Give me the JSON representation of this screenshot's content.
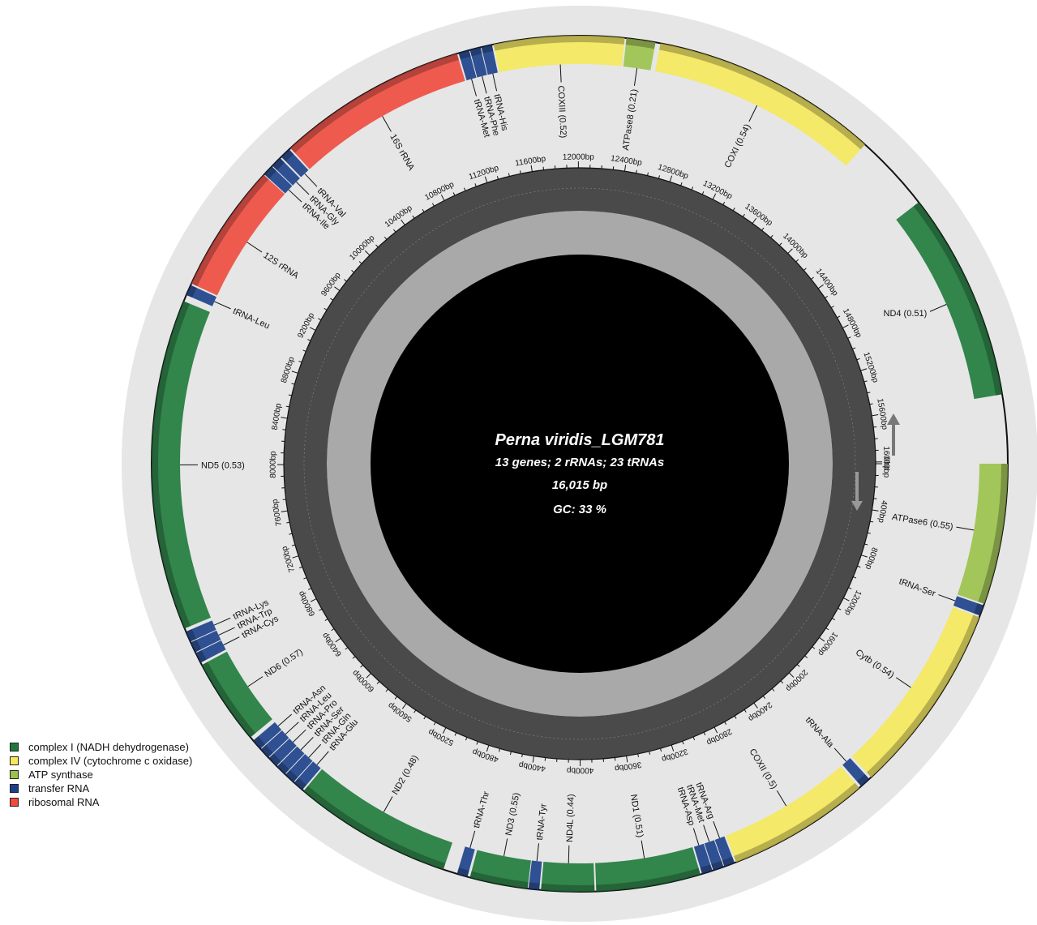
{
  "title": "Perna viridis_LGM781",
  "subtitle": "13 genes; 2 rRNAs; 23 tRNAs",
  "length_text": "16,015 bp",
  "gc_text": "GC: 33 %",
  "genome_length": 16015,
  "colors": {
    "complex_I": "#1e7a3a",
    "complex_IV": "#f5e95a",
    "atp_synthase": "#9bc24a",
    "trna": "#1b3f8a",
    "rrna": "#ef4a3e",
    "outer_ring": "#e6e6e6",
    "gc_bars": "#4a4a4a",
    "center": "#000000"
  },
  "legend": [
    {
      "label": "complex I (NADH dehydrogenase)",
      "color": "#1e7a3a"
    },
    {
      "label": "complex IV (cytochrome c oxidase)",
      "color": "#f5e95a"
    },
    {
      "label": "ATP synthase",
      "color": "#9bc24a"
    },
    {
      "label": "transfer RNA",
      "color": "#1b3f8a"
    },
    {
      "label": "ribosomal RNA",
      "color": "#ef4a3e"
    }
  ],
  "tick_labels": [
    "0bp",
    "400bp",
    "800bp",
    "1200bp",
    "1600bp",
    "2000bp",
    "2400bp",
    "2800bp",
    "3200bp",
    "3600bp",
    "4000bp",
    "4400bp",
    "4800bp",
    "5200bp",
    "5600bp",
    "6000bp",
    "6400bp",
    "6800bp",
    "7200bp",
    "7600bp",
    "8000bp",
    "8400bp",
    "8800bp",
    "9200bp",
    "9600bp",
    "10000bp",
    "10400bp",
    "10800bp",
    "11200bp",
    "11600bp",
    "12000bp",
    "12400bp",
    "12800bp",
    "13200bp",
    "13600bp",
    "14000bp",
    "14400bp",
    "14800bp",
    "15200bp",
    "15600bp",
    "16000bp"
  ],
  "features": [
    {
      "name": "ATPase6 (0.55)",
      "type": "atp",
      "start": 0,
      "end": 850
    },
    {
      "name": "tRNA-Ser",
      "type": "trna",
      "start": 860,
      "end": 925
    },
    {
      "name": "Cytb (0.54)",
      "type": "cox",
      "start": 935,
      "end": 2095
    },
    {
      "name": "tRNA-Ala",
      "type": "trna",
      "start": 2110,
      "end": 2175
    },
    {
      "name": "COXII (0.5)",
      "type": "cox",
      "start": 2190,
      "end": 3050
    },
    {
      "name": "tRNA-Arg",
      "type": "trna",
      "start": 3060,
      "end": 3125
    },
    {
      "name": "tRNA-Met",
      "type": "trna",
      "start": 3130,
      "end": 3195
    },
    {
      "name": "tRNA-Asp",
      "type": "trna",
      "start": 3200,
      "end": 3265
    },
    {
      "name": "ND1 (0.51)",
      "type": "nd",
      "start": 3275,
      "end": 3905
    },
    {
      "name": "ND4L (0.44)",
      "type": "nd",
      "start": 3915,
      "end": 4235
    },
    {
      "name": "tRNA-Tyr",
      "type": "trna",
      "start": 4245,
      "end": 4310
    },
    {
      "name": "ND3 (0.55)",
      "type": "nd",
      "start": 4315,
      "end": 4665
    },
    {
      "name": "tRNA-Thr",
      "type": "trna",
      "start": 4680,
      "end": 4745
    },
    {
      "name": "ND2 (0.48)",
      "type": "nd",
      "start": 4830,
      "end": 5790
    },
    {
      "name": "tRNA-Glu",
      "type": "trna",
      "start": 5800,
      "end": 5865
    },
    {
      "name": "tRNA-Gln",
      "type": "trna",
      "start": 5870,
      "end": 5935
    },
    {
      "name": "tRNA-Ser",
      "type": "trna",
      "start": 5940,
      "end": 6005
    },
    {
      "name": "tRNA-Pro",
      "type": "trna",
      "start": 6010,
      "end": 6075
    },
    {
      "name": "tRNA-Leu",
      "type": "trna",
      "start": 6080,
      "end": 6145
    },
    {
      "name": "tRNA-Asn",
      "type": "trna",
      "start": 6150,
      "end": 6215
    },
    {
      "name": "ND6 (0.57)",
      "type": "nd",
      "start": 6240,
      "end": 6760
    },
    {
      "name": "tRNA-Cys",
      "type": "trna",
      "start": 6775,
      "end": 6840
    },
    {
      "name": "tRNA-Trp",
      "type": "trna",
      "start": 6845,
      "end": 6910
    },
    {
      "name": "tRNA-Lys",
      "type": "trna",
      "start": 6915,
      "end": 6980
    },
    {
      "name": "ND5 (0.53)",
      "type": "nd",
      "start": 7000,
      "end": 9000
    },
    {
      "name": "tRNA-Leu",
      "type": "trna",
      "start": 9040,
      "end": 9105
    },
    {
      "name": "12S rRNA",
      "type": "rrna",
      "start": 9115,
      "end": 9895
    },
    {
      "name": "tRNA-Ile",
      "type": "trna",
      "start": 9900,
      "end": 9965
    },
    {
      "name": "tRNA-Gly",
      "type": "trna",
      "start": 9970,
      "end": 10035
    },
    {
      "name": "tRNA-Val",
      "type": "trna",
      "start": 10045,
      "end": 10110
    },
    {
      "name": "16S rRNA",
      "type": "rrna",
      "start": 10120,
      "end": 11270
    },
    {
      "name": "tRNA-Met",
      "type": "trna",
      "start": 11280,
      "end": 11345
    },
    {
      "name": "tRNA-Phe",
      "type": "trna",
      "start": 11350,
      "end": 11415
    },
    {
      "name": "tRNA-His",
      "type": "trna",
      "start": 11420,
      "end": 11485
    },
    {
      "name": "COXIII (0.52)",
      "type": "cox",
      "start": 11495,
      "end": 12280
    },
    {
      "name": "ATPase8 (0.21)",
      "type": "atp",
      "start": 12290,
      "end": 12465
    },
    {
      "name": "COXI (0.54)",
      "type": "cox",
      "start": 12495,
      "end": 13870
    },
    {
      "name": "ND4 (0.51)",
      "type": "nd",
      "start": 14340,
      "end": 15600
    }
  ]
}
